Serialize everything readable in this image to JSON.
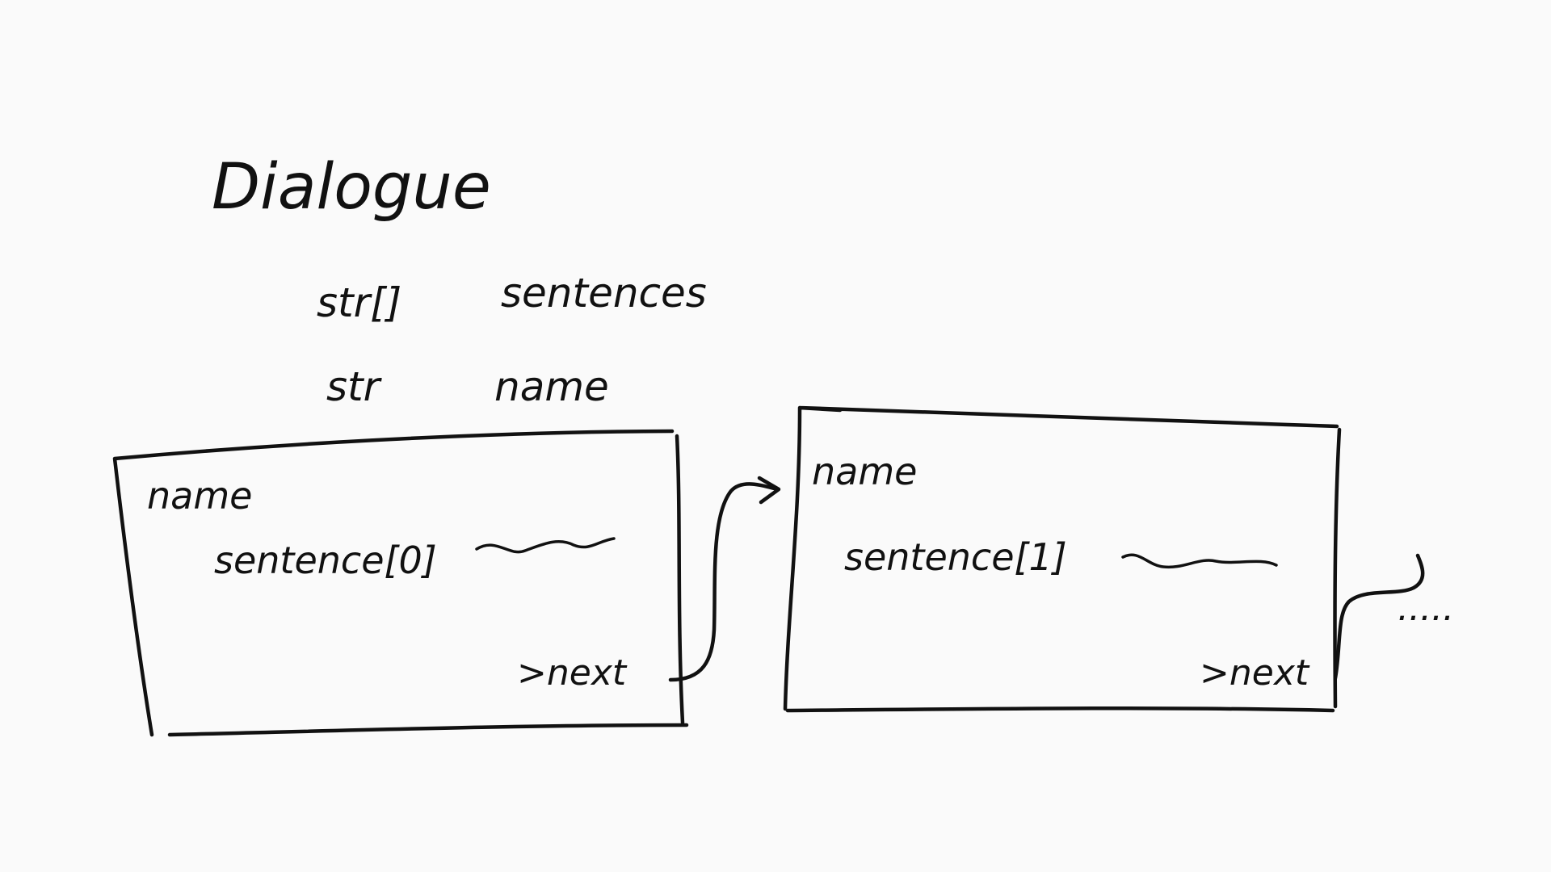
{
  "class_title": "Dialogue",
  "fields": [
    {
      "type": "str[]",
      "name": "sentences"
    },
    {
      "type": "str",
      "name": "name"
    }
  ],
  "nodes": [
    {
      "name_label": "name",
      "sentence_label": "sentence[0]",
      "next_label": ">next"
    },
    {
      "name_label": "name",
      "sentence_label": "sentence[1]",
      "next_label": ">next"
    }
  ],
  "continuation": ".....",
  "colors": {
    "ink": "#111111",
    "background": "#fafafa"
  }
}
